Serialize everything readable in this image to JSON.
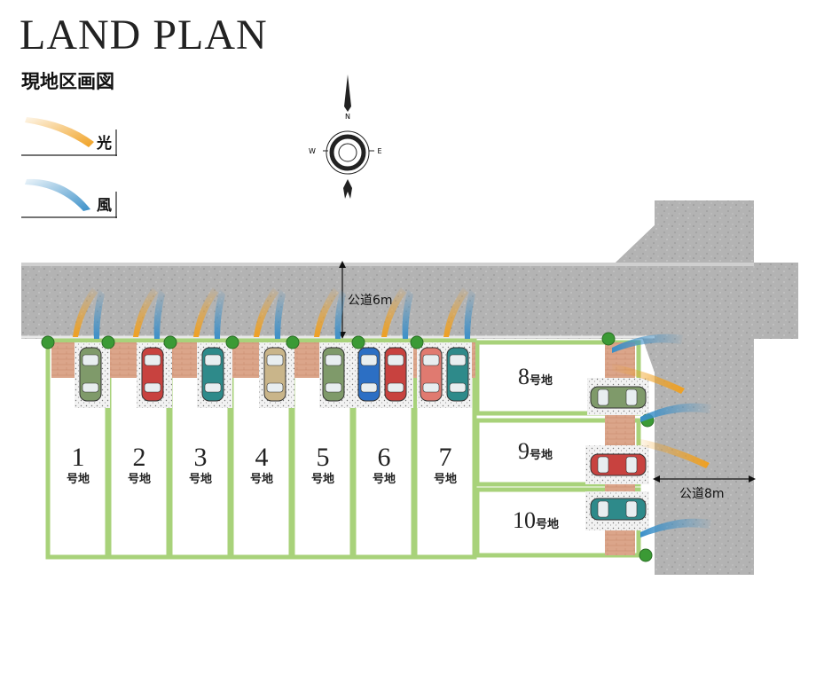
{
  "header": {
    "title": "LAND PLAN",
    "subtitle": "現地区画図"
  },
  "legend": {
    "light_label": "光",
    "wind_label": "風"
  },
  "compass": {
    "north": "N",
    "east": "E",
    "west": "W"
  },
  "roads": {
    "north_road": "公道6m",
    "east_road": "公道8m"
  },
  "lots": [
    {
      "number": "1",
      "suffix": "号地"
    },
    {
      "number": "2",
      "suffix": "号地"
    },
    {
      "number": "3",
      "suffix": "号地"
    },
    {
      "number": "4",
      "suffix": "号地"
    },
    {
      "number": "5",
      "suffix": "号地"
    },
    {
      "number": "6",
      "suffix": "号地"
    },
    {
      "number": "7",
      "suffix": "号地"
    },
    {
      "number": "8",
      "suffix": "号地"
    },
    {
      "number": "9",
      "suffix": "号地"
    },
    {
      "number": "10",
      "suffix": "号地"
    }
  ],
  "colors": {
    "road": "#b9b9b9",
    "lot_border": "#a8d27a",
    "brick": "#d9a98d",
    "light": "#f0a020",
    "wind": "#3a8fc8"
  }
}
